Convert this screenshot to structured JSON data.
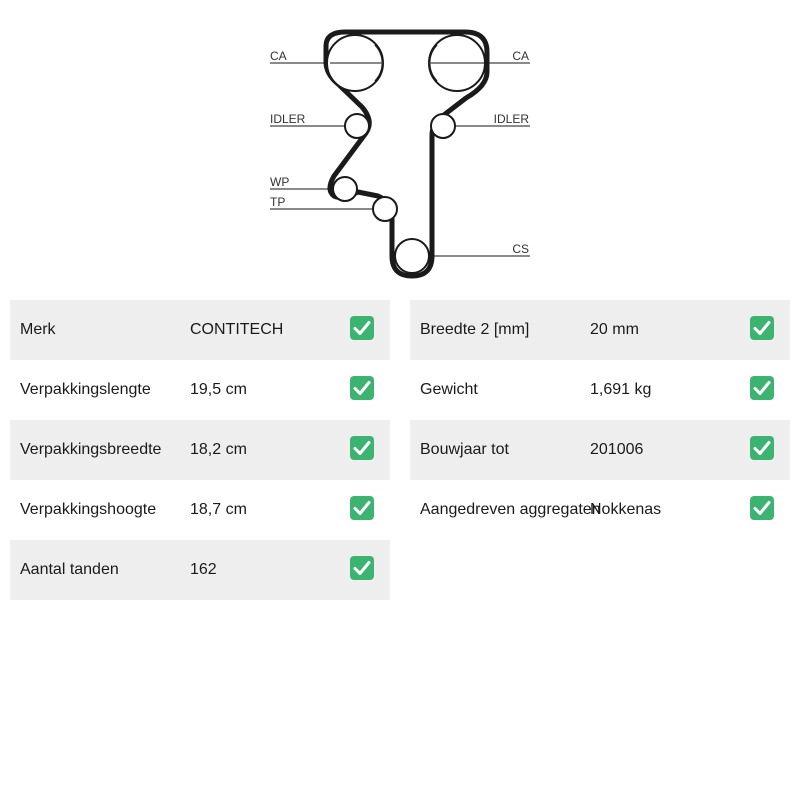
{
  "diagram": {
    "labels": {
      "ca_left": "CA",
      "ca_right": "CA",
      "idler_left": "IDLER",
      "idler_right": "IDLER",
      "wp": "WP",
      "tp": "TP",
      "cs": "CS"
    }
  },
  "specs_left": [
    {
      "label": "Merk",
      "value": "CONTITECH"
    },
    {
      "label": "Verpakkingslengte",
      "value": "19,5 cm"
    },
    {
      "label": "Verpakkingsbreedte",
      "value": "18,2 cm"
    },
    {
      "label": "Verpakkingshoogte",
      "value": "18,7 cm"
    },
    {
      "label": "Aantal tanden",
      "value": "162"
    }
  ],
  "specs_right": [
    {
      "label": "Breedte 2 [mm]",
      "value": "20 mm"
    },
    {
      "label": "Gewicht",
      "value": "1,691 kg"
    },
    {
      "label": "Bouwjaar tot",
      "value": "201006"
    },
    {
      "label": "Aangedreven aggregaten",
      "value": "Nokkenas"
    }
  ],
  "colors": {
    "check": "#3cb371",
    "row_shade": "#eeeeee"
  },
  "icons": {
    "check": "check-mark-icon"
  }
}
